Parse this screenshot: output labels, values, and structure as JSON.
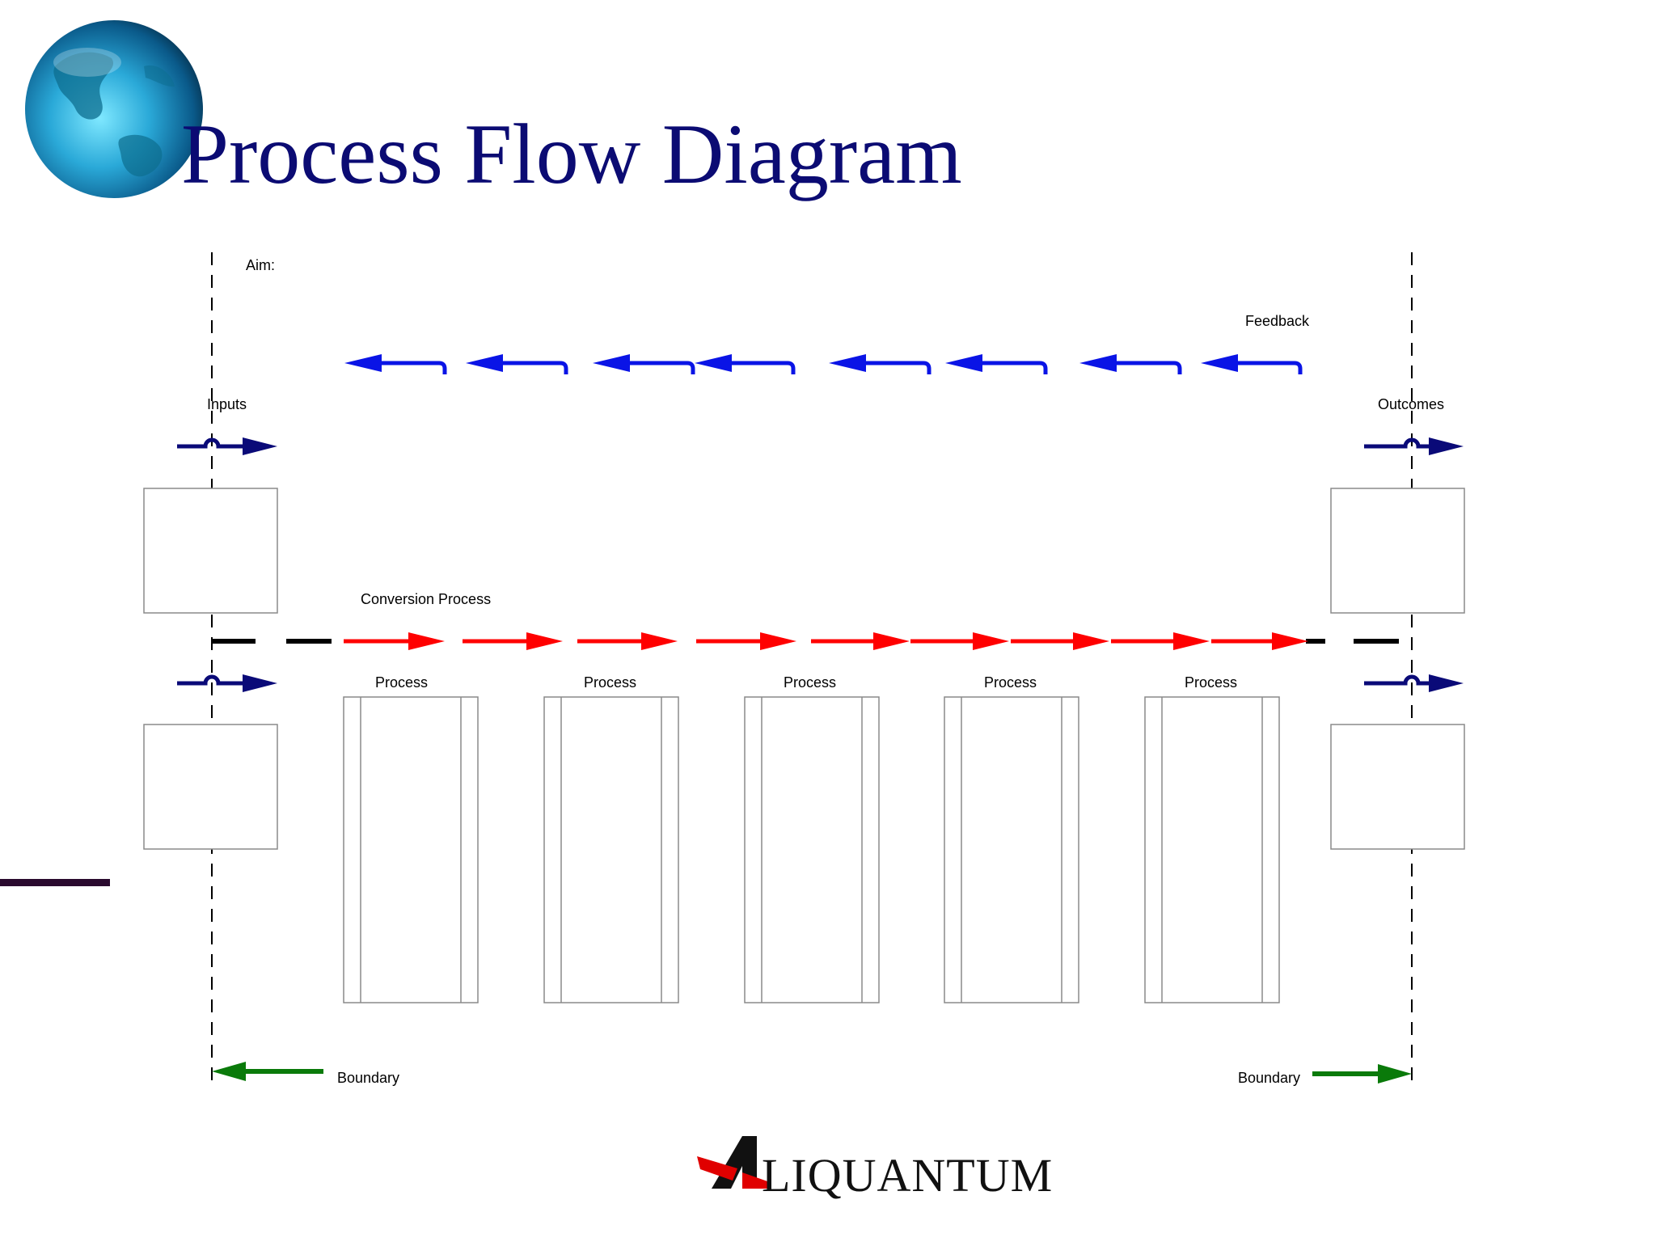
{
  "slide": {
    "title": "Process Flow Diagram"
  },
  "diagram": {
    "aim_label": "Aim:",
    "feedback_label": "Feedback",
    "inputs_label": "Inputs",
    "outcomes_label": "Outcomes",
    "conversion_label": "Conversion Process",
    "process_labels": [
      "Process",
      "Process",
      "Process",
      "Process",
      "Process"
    ],
    "boundary_left_label": "Boundary",
    "boundary_right_label": "Boundary",
    "colors": {
      "feedback_arrow": "#0a14e6",
      "conversion_arrow": "#ff0000",
      "io_arrow": "#0a0a78",
      "boundary_arrow": "#0a7a0a",
      "title": "#0b0b73"
    }
  },
  "branding": {
    "logo_text": "LIQUANTUM",
    "logo_icon": "aliquantum-a-logo-icon",
    "globe_icon": "globe-icon"
  }
}
